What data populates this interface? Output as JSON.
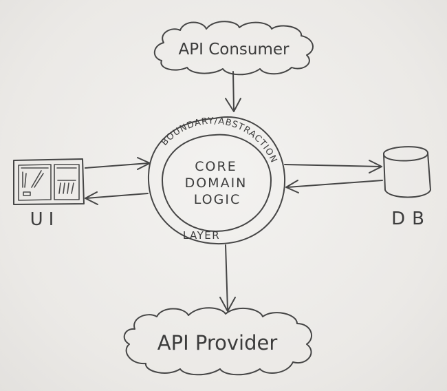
{
  "nodes": {
    "api_consumer": "API Consumer",
    "api_provider": "API Provider",
    "ui": "UI",
    "db": "DB",
    "core": [
      "CORE",
      "DOMAIN",
      "LOGIC"
    ],
    "boundary_arc": "BOUNDARY/ABSTRACTION",
    "boundary_bottom": "LAYER"
  }
}
